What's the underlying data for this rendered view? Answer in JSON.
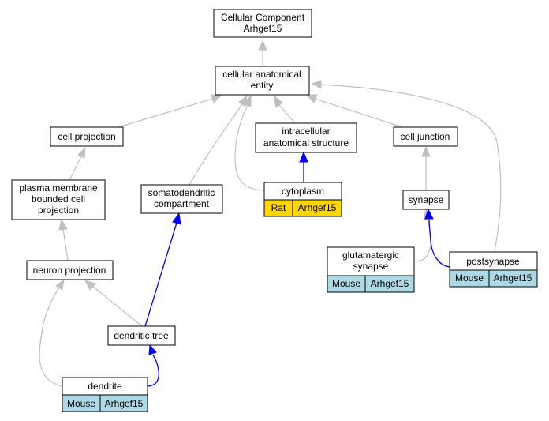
{
  "colors": {
    "mouse_cell": "#add8e6",
    "rat_cell": "#ffd700",
    "is_a_edge": "#c0c0c0",
    "part_of_edge": "#0000ff"
  },
  "nodes": {
    "root": {
      "line1": "Cellular Component",
      "line2": "Arhgef15"
    },
    "cae": {
      "line1": "cellular anatomical",
      "line2": "entity"
    },
    "cell_projection": {
      "label": "cell projection"
    },
    "intracellular": {
      "line1": "intracellular",
      "line2": "anatomical structure"
    },
    "cell_junction": {
      "label": "cell junction"
    },
    "pmbcp": {
      "line1": "plasma membrane",
      "line2": "bounded cell",
      "line3": "projection"
    },
    "somatodendritic": {
      "line1": "somatodendritic",
      "line2": "compartment"
    },
    "cytoplasm": {
      "label": "cytoplasm",
      "species": "Rat",
      "gene": "Arhgef15"
    },
    "synapse": {
      "label": "synapse"
    },
    "neuron_projection": {
      "label": "neuron projection"
    },
    "glutamatergic": {
      "line1": "glutamatergic",
      "line2": "synapse",
      "species": "Mouse",
      "gene": "Arhgef15"
    },
    "postsynapse": {
      "label": "postsynapse",
      "species": "Mouse",
      "gene": "Arhgef15"
    },
    "dendritic_tree": {
      "label": "dendritic tree"
    },
    "dendrite": {
      "label": "dendrite",
      "species": "Mouse",
      "gene": "Arhgef15"
    }
  }
}
